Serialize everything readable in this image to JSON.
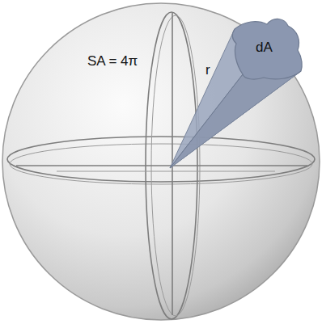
{
  "diagram": {
    "labels": [
      "SA = 4π",
      "r",
      "dA"
    ]
  }
}
